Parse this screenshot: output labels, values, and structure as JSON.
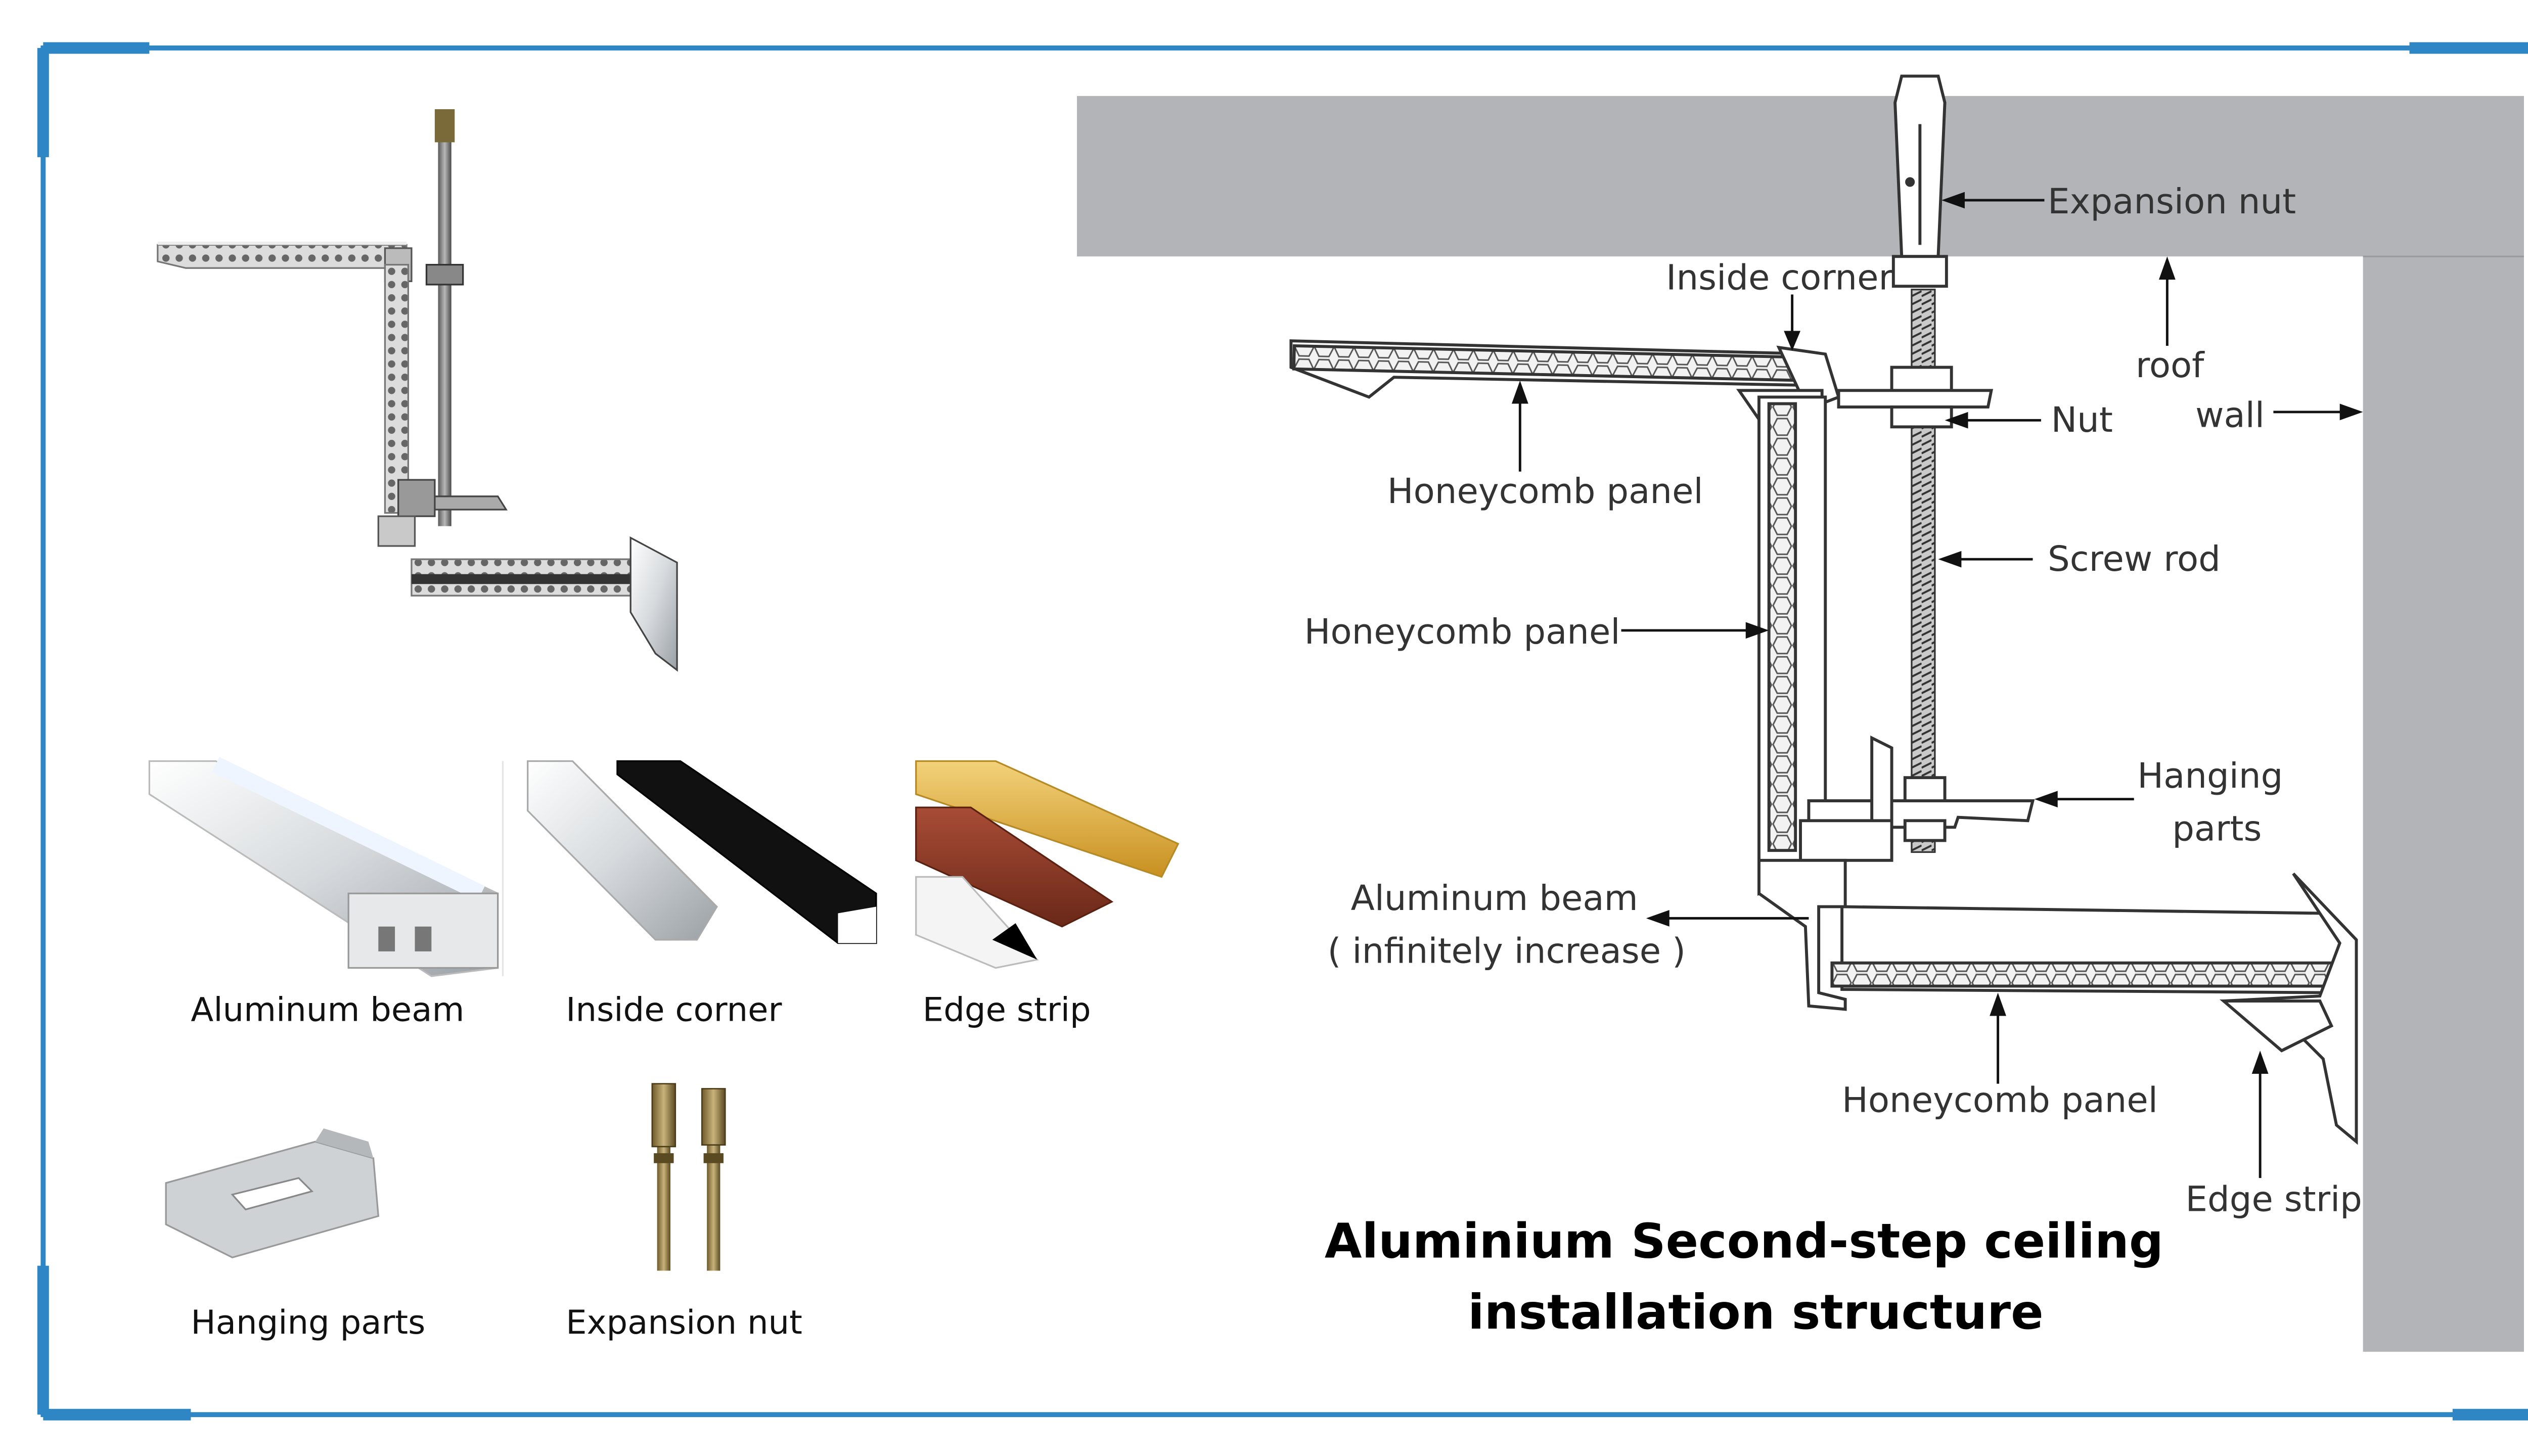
{
  "colors": {
    "frame": "#2f86c4",
    "concrete": "#b3b4b7",
    "honeycomb_fill": "#ececec",
    "aluminum": "#d9dcdf",
    "gold_trim": "#d8a838",
    "wood_trim": "#8b3a28",
    "black_trim": "#111111"
  },
  "photos": {
    "assembly": {
      "icon": "ceiling-assembly-photo"
    },
    "parts": [
      {
        "id": "aluminum-beam",
        "caption": "Aluminum  beam",
        "icon": "aluminum-beam-photo"
      },
      {
        "id": "inside-corner",
        "caption": "Inside  corner",
        "icon": "inside-corner-photo"
      },
      {
        "id": "edge-strip",
        "caption": "Edge strip",
        "icon": "edge-strip-photo"
      },
      {
        "id": "hanging-parts",
        "caption": "Hanging  parts",
        "icon": "hanging-parts-photo"
      },
      {
        "id": "expansion-nut",
        "caption": "Expansion  nut",
        "icon": "expansion-nut-photo"
      }
    ]
  },
  "diagram": {
    "labels": {
      "expansion_nut": "Expansion nut",
      "inside_corner": "Inside  corner",
      "roof": "roof",
      "wall": "wall",
      "nut": "Nut",
      "honeycomb_panel_top": "Honeycomb  panel",
      "screw_rod": "Screw rod",
      "honeycomb_panel_vertical": "Honeycomb  panel",
      "hanging_parts_1": "Hanging",
      "hanging_parts_2": "parts",
      "aluminum_beam_1": "Aluminum beam",
      "aluminum_beam_2": "( infinitely increase )",
      "honeycomb_panel_bottom": "Honeycomb  panel",
      "edge_strip": "Edge strip"
    },
    "title_line1": "Aluminium  Second-step  ceiling",
    "title_line2": "installation  structure"
  }
}
